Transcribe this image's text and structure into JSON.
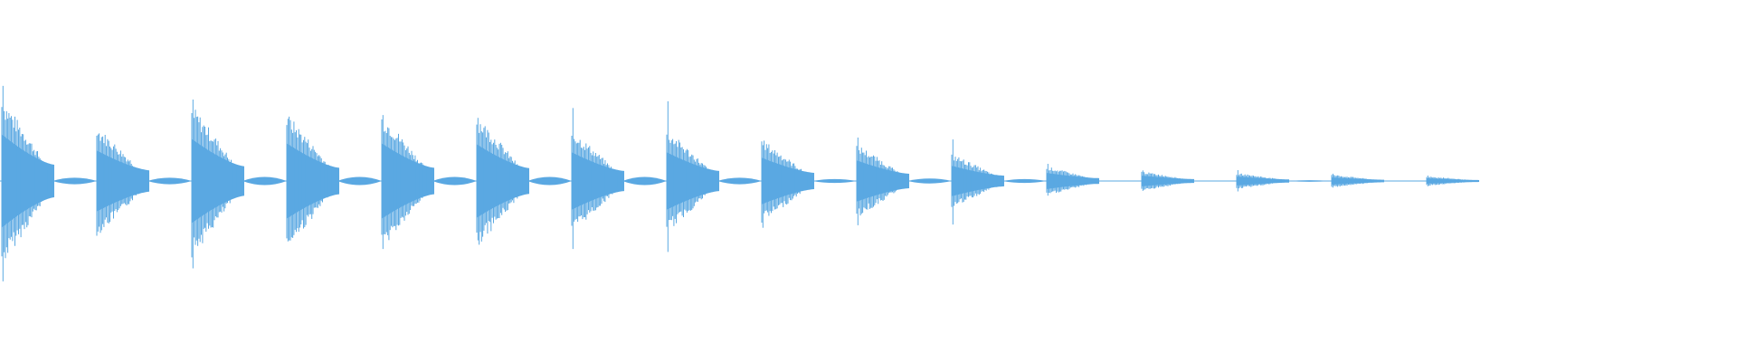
{
  "waveform": {
    "color": "#5aa8e2",
    "background": "#ffffff",
    "hits": [
      {
        "peak_up": 0.75,
        "peak_down": 0.76,
        "body": 0.52,
        "tail": 0.02
      },
      {
        "peak_up": 0.38,
        "peak_down": 0.37,
        "body": 0.34,
        "tail": 0.02
      },
      {
        "peak_up": 0.55,
        "peak_down": 0.56,
        "body": 0.47,
        "tail": 0.025
      },
      {
        "peak_up": 0.46,
        "peak_down": 0.47,
        "body": 0.42,
        "tail": 0.025
      },
      {
        "peak_up": 0.44,
        "peak_down": 0.45,
        "body": 0.42,
        "tail": 0.025
      },
      {
        "peak_up": 0.44,
        "peak_down": 0.45,
        "body": 0.41,
        "tail": 0.025
      },
      {
        "peak_up": 0.53,
        "peak_down": 0.53,
        "body": 0.32,
        "tail": 0.025
      },
      {
        "peak_up": 0.52,
        "peak_down": 0.52,
        "body": 0.32,
        "tail": 0.02
      },
      {
        "peak_up": 0.29,
        "peak_down": 0.3,
        "body": 0.26,
        "tail": 0.012
      },
      {
        "peak_up": 0.27,
        "peak_down": 0.28,
        "body": 0.23,
        "tail": 0.015
      },
      {
        "peak_up": 0.26,
        "peak_down": 0.27,
        "body": 0.17,
        "tail": 0.012
      },
      {
        "peak_up": 0.11,
        "peak_down": 0.11,
        "body": 0.09,
        "tail": 0.0
      },
      {
        "peak_up": 0.07,
        "peak_down": 0.08,
        "body": 0.06,
        "tail": 0.0
      },
      {
        "peak_up": 0.07,
        "peak_down": 0.08,
        "body": 0.05,
        "tail": 0.005
      },
      {
        "peak_up": 0.05,
        "peak_down": 0.05,
        "body": 0.04,
        "tail": 0.0
      },
      {
        "peak_up": 0.04,
        "peak_down": 0.04,
        "body": 0.03,
        "tail": 0.0
      }
    ]
  }
}
